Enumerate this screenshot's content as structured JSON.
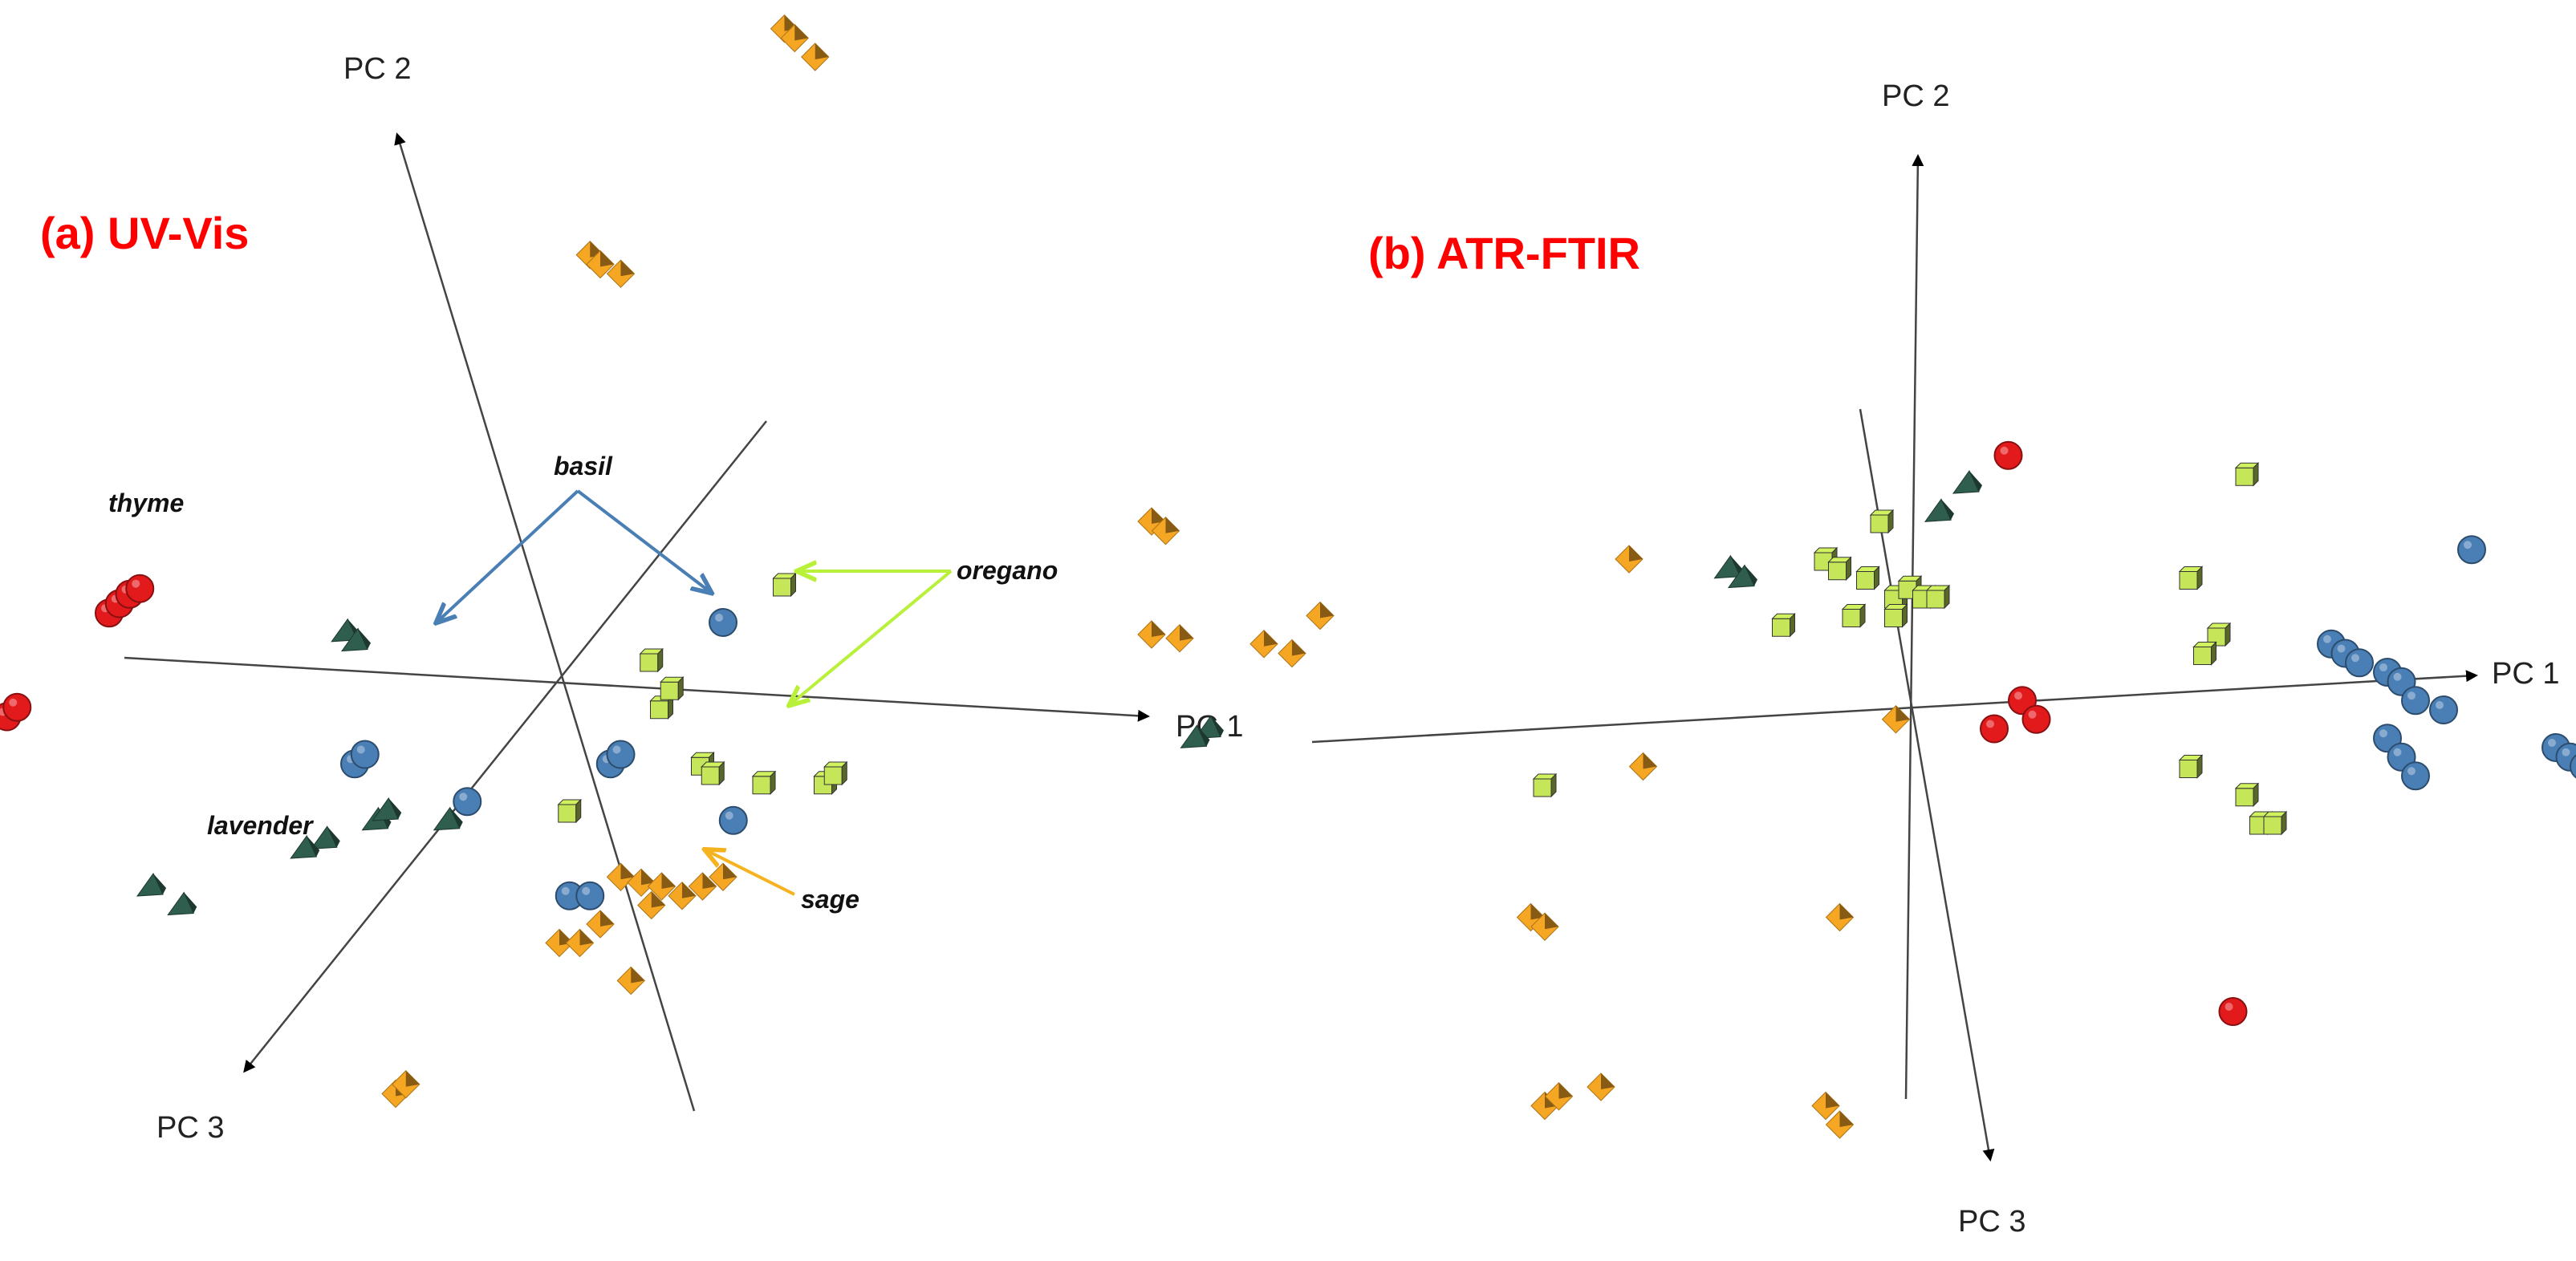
{
  "colors": {
    "thyme": "#e31a1c",
    "basil": "#4a7fb5",
    "oregano": "#c6e65a",
    "lavender": "#2f5d4e",
    "sage": "#f5a623",
    "annot_basil": "#4a7fb5",
    "annot_oregano": "#b8f03a",
    "annot_sage": "#f5b31f",
    "title": "#ff0000"
  },
  "chart_data": [
    {
      "type": "scatter",
      "title": "(a) UV-Vis",
      "axes": {
        "x": "PC 1",
        "y": "PC 2",
        "z": "PC 3"
      },
      "annotations": {
        "thyme": "thyme",
        "basil": "basil",
        "oregano": "oregano",
        "lavender": "lavender",
        "sage": "sage"
      },
      "series": [
        {
          "name": "thyme",
          "shape": "sphere",
          "points": [
            [
              -2.8,
              0.45
            ],
            [
              -2.75,
              0.5
            ],
            [
              -2.7,
              0.55
            ],
            [
              -2.65,
              0.58
            ],
            [
              -3.3,
              -0.1
            ],
            [
              -3.25,
              -0.05
            ]
          ]
        },
        {
          "name": "basil",
          "shape": "sphere",
          "points": [
            [
              -1.6,
              -0.35
            ],
            [
              -1.55,
              -0.3
            ],
            [
              -1.05,
              -0.55
            ],
            [
              -0.35,
              -0.35
            ],
            [
              -0.3,
              -0.3
            ],
            [
              0.2,
              0.4
            ],
            [
              0.25,
              -0.65
            ],
            [
              -0.55,
              -1.05
            ],
            [
              -0.45,
              -1.05
            ]
          ]
        },
        {
          "name": "oregano",
          "shape": "cube",
          "points": [
            [
              -0.55,
              -0.6
            ],
            [
              -0.15,
              0.2
            ],
            [
              -0.1,
              -0.05
            ],
            [
              -0.05,
              0.05
            ],
            [
              0.1,
              -0.35
            ],
            [
              0.15,
              -0.4
            ],
            [
              0.4,
              -0.45
            ],
            [
              0.5,
              0.6
            ],
            [
              0.7,
              -0.45
            ],
            [
              0.75,
              -0.4
            ]
          ]
        },
        {
          "name": "lavender",
          "shape": "prism",
          "points": [
            [
              -1.65,
              0.35
            ],
            [
              -1.6,
              0.3
            ],
            [
              -1.5,
              -0.65
            ],
            [
              -1.45,
              -0.6
            ],
            [
              -1.75,
              -0.75
            ],
            [
              -1.85,
              -0.8
            ],
            [
              -2.45,
              -1.1
            ],
            [
              -2.6,
              -1.0
            ],
            [
              -1.15,
              -0.65
            ]
          ]
        },
        {
          "name": "sage",
          "shape": "pyramid",
          "points": [
            [
              -0.3,
              -0.95
            ],
            [
              -0.2,
              -0.98
            ],
            [
              -0.1,
              -1.0
            ],
            [
              0.0,
              -1.05
            ],
            [
              0.1,
              -1.0
            ],
            [
              0.2,
              -0.95
            ],
            [
              -0.15,
              -1.1
            ],
            [
              -0.4,
              -1.2
            ],
            [
              -0.6,
              -1.3
            ],
            [
              -0.5,
              -1.3
            ],
            [
              -0.25,
              -1.5
            ],
            [
              -1.4,
              -2.1
            ],
            [
              -1.35,
              -2.05
            ],
            [
              -0.45,
              2.35
            ],
            [
              -0.4,
              2.3
            ],
            [
              -0.3,
              2.25
            ],
            [
              0.5,
              3.55
            ],
            [
              0.55,
              3.5
            ],
            [
              0.65,
              3.4
            ]
          ]
        }
      ]
    },
    {
      "type": "scatter",
      "title": "(b) ATR-FTIR",
      "axes": {
        "x": "PC 1",
        "y": "PC 2",
        "z": "PC 3"
      },
      "series": [
        {
          "name": "thyme",
          "shape": "sphere",
          "points": [
            [
              0.35,
              1.35
            ],
            [
              0.4,
              0.05
            ],
            [
              0.45,
              -0.05
            ],
            [
              0.3,
              -0.1
            ],
            [
              1.15,
              -1.6
            ]
          ]
        },
        {
          "name": "basil",
          "shape": "sphere",
          "points": [
            [
              2.0,
              0.85
            ],
            [
              1.5,
              0.35
            ],
            [
              1.55,
              0.3
            ],
            [
              1.6,
              0.25
            ],
            [
              1.7,
              0.2
            ],
            [
              1.75,
              0.15
            ],
            [
              1.8,
              0.05
            ],
            [
              1.9,
              0.0
            ],
            [
              1.7,
              -0.15
            ],
            [
              1.75,
              -0.25
            ],
            [
              1.8,
              -0.35
            ],
            [
              2.3,
              -0.2
            ],
            [
              2.35,
              -0.25
            ],
            [
              2.4,
              -0.3
            ]
          ]
        },
        {
          "name": "oregano",
          "shape": "cube",
          "points": [
            [
              1.2,
              1.25
            ],
            [
              -0.1,
              1.0
            ],
            [
              -0.3,
              0.8
            ],
            [
              -0.25,
              0.75
            ],
            [
              -0.15,
              0.7
            ],
            [
              -0.05,
              0.6
            ],
            [
              -0.2,
              0.5
            ],
            [
              0.0,
              0.65
            ],
            [
              0.05,
              0.6
            ],
            [
              0.1,
              0.6
            ],
            [
              -0.45,
              0.45
            ],
            [
              -0.05,
              0.5
            ],
            [
              1.0,
              0.7
            ],
            [
              1.1,
              0.4
            ],
            [
              1.05,
              0.3
            ],
            [
              1.0,
              -0.3
            ],
            [
              1.2,
              -0.45
            ],
            [
              1.25,
              -0.6
            ],
            [
              1.3,
              -0.6
            ],
            [
              -1.3,
              -0.4
            ]
          ]
        },
        {
          "name": "lavender",
          "shape": "prism",
          "points": [
            [
              -2.5,
              -0.1
            ],
            [
              -2.55,
              -0.15
            ],
            [
              -0.65,
              0.75
            ],
            [
              -0.6,
              0.7
            ],
            [
              0.1,
              1.05
            ],
            [
              0.2,
              1.2
            ]
          ]
        },
        {
          "name": "sage",
          "shape": "pyramid",
          "points": [
            [
              -2.7,
              1.0
            ],
            [
              -2.65,
              0.95
            ],
            [
              -2.7,
              0.4
            ],
            [
              -2.6,
              0.38
            ],
            [
              -2.3,
              0.35
            ],
            [
              -2.2,
              0.3
            ],
            [
              -2.1,
              0.5
            ],
            [
              -1.0,
              0.8
            ],
            [
              -0.95,
              -0.3
            ],
            [
              -0.05,
              -0.05
            ],
            [
              -1.35,
              -1.1
            ],
            [
              -1.3,
              -1.15
            ],
            [
              -0.25,
              -1.1
            ],
            [
              -1.3,
              -2.1
            ],
            [
              -1.25,
              -2.05
            ],
            [
              -1.1,
              -2.0
            ],
            [
              -0.3,
              -2.1
            ],
            [
              -0.25,
              -2.2
            ]
          ]
        }
      ]
    }
  ]
}
